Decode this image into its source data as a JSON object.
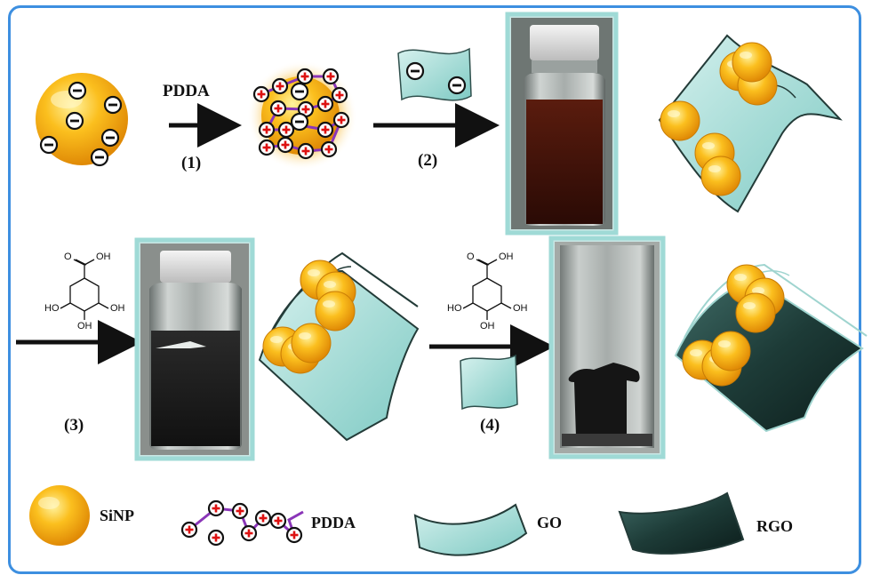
{
  "steps": {
    "step1_reagent": "PDDA",
    "step1_number": "(1)",
    "step2_number": "(2)",
    "step3_number": "(3)",
    "step4_number": "(4)"
  },
  "molecule": {
    "top_group": "OH",
    "left_group": "HO",
    "right_group": "OH",
    "bottom_group": "OH",
    "carbonyl": "O"
  },
  "legend": {
    "sinp": "SiNP",
    "pdda": "PDDA",
    "go": "GO",
    "rgo": "RGO"
  },
  "colors": {
    "frame": "#3d8fe0",
    "go_sheet": "#a8ddd8",
    "rgo_sheet": "#183632",
    "sinp": "#f4a90e",
    "pdda_chain": "#8a35b8",
    "photo_border": "#9fdad6"
  },
  "icons": [
    "negative-charge-icon",
    "positive-charge-icon"
  ]
}
